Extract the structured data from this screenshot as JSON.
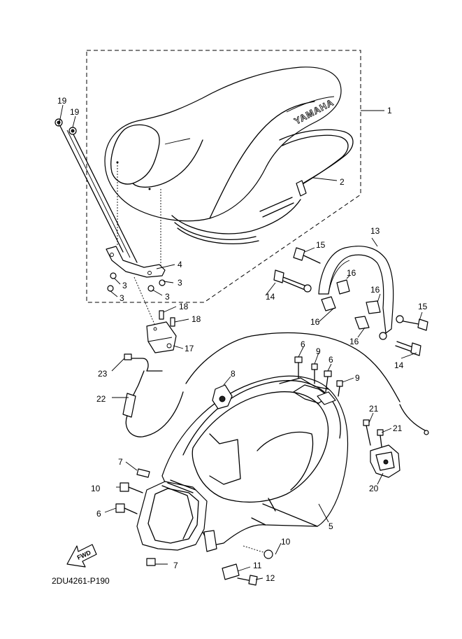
{
  "diagram_code": "2DU4261-P190",
  "seat_brand": "YAMAHA",
  "fwd_label": "FWD",
  "callouts": {
    "c1": "1",
    "c2": "2",
    "c3a": "3",
    "c3b": "3",
    "c3c": "3",
    "c3d": "3",
    "c4": "4",
    "c5": "5",
    "c6a": "6",
    "c6b": "6",
    "c6c": "6",
    "c7a": "7",
    "c7b": "7",
    "c8": "8",
    "c9a": "9",
    "c9b": "9",
    "c10a": "10",
    "c10b": "10",
    "c11": "11",
    "c12": "12",
    "c13": "13",
    "c14a": "14",
    "c14b": "14",
    "c15a": "15",
    "c15b": "15",
    "c16a": "16",
    "c16b": "16",
    "c16c": "16",
    "c16d": "16",
    "c17": "17",
    "c18a": "18",
    "c18b": "18",
    "c19a": "19",
    "c19b": "19",
    "c20": "20",
    "c21a": "21",
    "c21b": "21",
    "c22": "22",
    "c23": "23"
  }
}
